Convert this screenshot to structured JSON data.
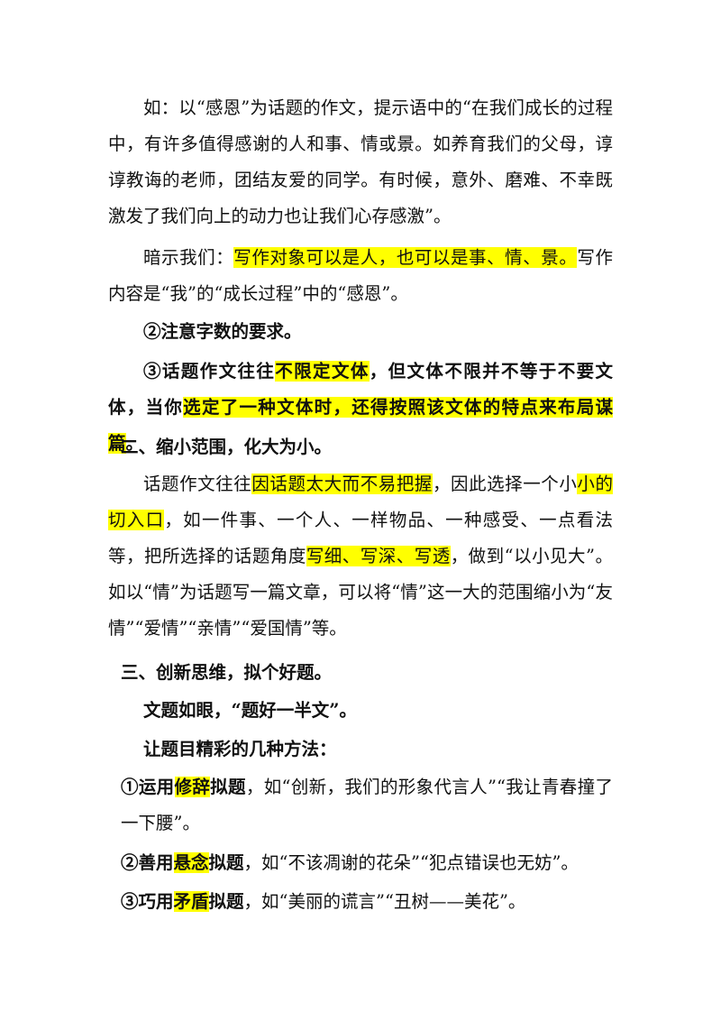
{
  "p1": {
    "text": "如：以“感恩”为话题的作文，提示语中的“在我们成长的过程中，有许多值得感谢的人和事、情或景。如养育我们的父母，谆谆教诲的老师，团结友爱的同学。有时候，意外、磨难、不幸既激发了我们向上的动力也让我们心存感激”。"
  },
  "p2": {
    "a": "暗示我们：",
    "hl": "写作对象可以是人，也可以是事、情、景。",
    "b": "写作内容是“我”的“成长过程”中的“感恩”。"
  },
  "p3": {
    "text": "②注意字数的要求。"
  },
  "p4": {
    "a": "③话题作文往往",
    "hl1": "不限定文体",
    "b": "，但文体不限并不等于不要文体，当你",
    "hl2": "选定了一种文体时，还得按照该文体的特点来布局谋篇",
    "c": "。"
  },
  "h2": {
    "text": "二、缩小范围，化大为小。"
  },
  "p5": {
    "a": "话题作文往往",
    "hl1": "因话题太大而不易把握",
    "b": "，因此选择一个小",
    "hl2": "小的切入口",
    "c": "，如一件事、一个人、一样物品、一种感受、一点看法等，把所选择的话题角度",
    "hl3": "写细、写深、写透",
    "d": "，做到“以小见大”。如以“情”为话题写一篇文章，可以将“情”这一大的范围缩小为“友情”“爱情”“亲情”“爱国情”等。"
  },
  "h3": {
    "text": "三、创新思维，拟个好题。"
  },
  "p6": {
    "text": "文题如眼，“题好一半文”。"
  },
  "p7": {
    "text": "让题目精彩的几种方法："
  },
  "m1": {
    "a": "①运用",
    "hl": "修辞",
    "b": "拟题",
    "c": "，如“创新，我们的形象代言人”“我让青春撞了一下腰”。"
  },
  "m2": {
    "a": "②善用",
    "hl": "悬念",
    "b": "拟题",
    "c": "，如“不该凋谢的花朵”“犯点错误也无妨”。"
  },
  "m3": {
    "a": "③巧用",
    "hl": "矛盾",
    "b": "拟题",
    "c": "，如“美丽的谎言”“丑树——美花”。"
  },
  "colors": {
    "highlight": "#ffff00",
    "text": "#111111"
  }
}
